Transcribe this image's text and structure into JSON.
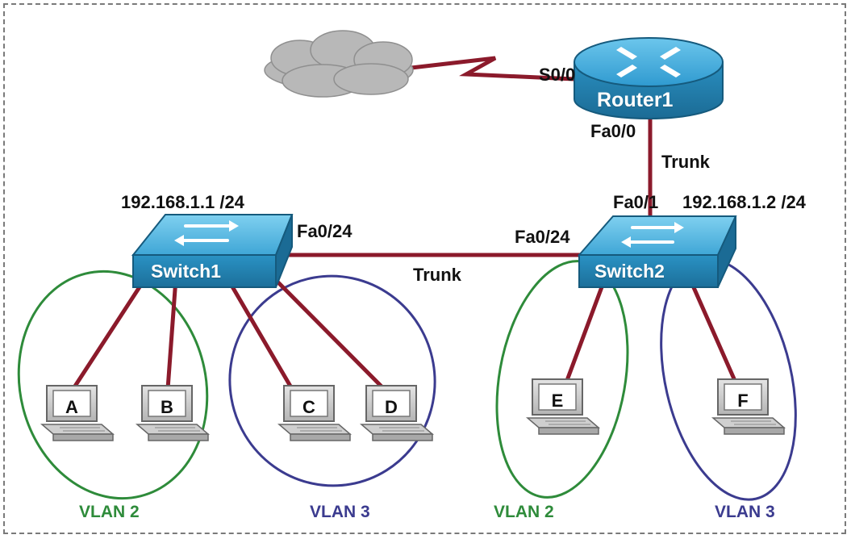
{
  "router": {
    "name": "Router1",
    "serial_port": "S0/0",
    "fa_port": "Fa0/0"
  },
  "switch1": {
    "name": "Switch1",
    "ip": "192.168.1.1 /24",
    "uplink_port": "Fa0/24"
  },
  "switch2": {
    "name": "Switch2",
    "ip": "192.168.1.2 /24",
    "uplink_port": "Fa0/24",
    "router_port": "Fa0/1"
  },
  "links": {
    "router_switch2": "Trunk",
    "switch1_switch2": "Trunk"
  },
  "hosts": [
    {
      "letter": "A",
      "vlan": "VLAN 2"
    },
    {
      "letter": "B",
      "vlan": "VLAN 2"
    },
    {
      "letter": "C",
      "vlan": "VLAN 3"
    },
    {
      "letter": "D",
      "vlan": "VLAN 3"
    },
    {
      "letter": "E",
      "vlan": "VLAN 2"
    },
    {
      "letter": "F",
      "vlan": "VLAN 3"
    }
  ],
  "vlan_labels": {
    "switch1_vlan2": "VLAN 2",
    "switch1_vlan3": "VLAN 3",
    "switch2_vlan2": "VLAN 2",
    "switch2_vlan3": "VLAN 3"
  },
  "colors": {
    "link": "#8b1a2b",
    "vlan2": "#2e8b3a",
    "vlan3": "#3b3b8f",
    "device_blue": "#2a8fc0",
    "cloud": "#b8b8b8"
  }
}
